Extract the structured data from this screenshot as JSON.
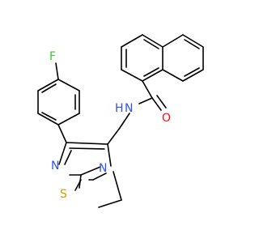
{
  "molecule": {
    "atom_labels": {
      "fluorine": "F",
      "amide_nitrogen": "N",
      "amide_hydrogen": "H",
      "carbonyl_oxygen": "O",
      "imidazole_nitrogen": "N",
      "bridgehead_nitrogen": "N",
      "sulfur": "S"
    },
    "colors": {
      "bond": "#000000",
      "fluorine": "#33cc33",
      "nitrogen": "#3050f8",
      "oxygen": "#ff0d0d",
      "sulfur": "#c8a000"
    }
  }
}
